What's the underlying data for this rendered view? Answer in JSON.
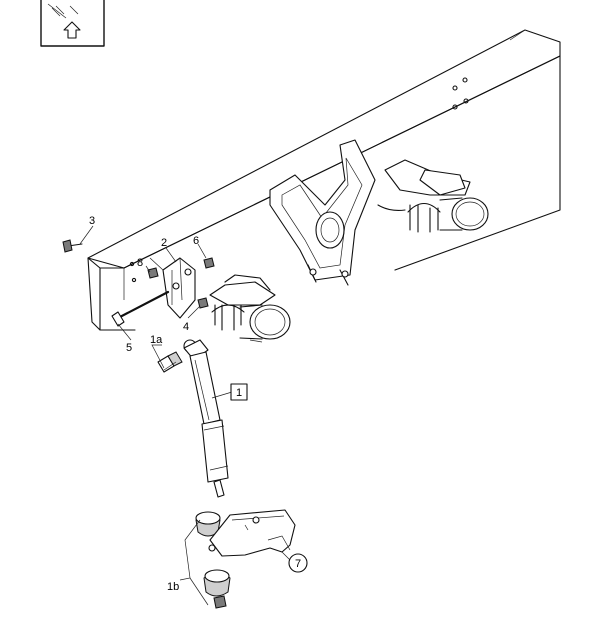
{
  "callouts": {
    "c1": "1",
    "c1a": "1a",
    "c1b": "1b",
    "c2": "2",
    "c3": "3",
    "c4": "4",
    "c5": "5",
    "c6": "6",
    "c7": "7",
    "c8": "8"
  },
  "nav_icon": {
    "icon": "zoom-out-up-arrow-icon"
  }
}
